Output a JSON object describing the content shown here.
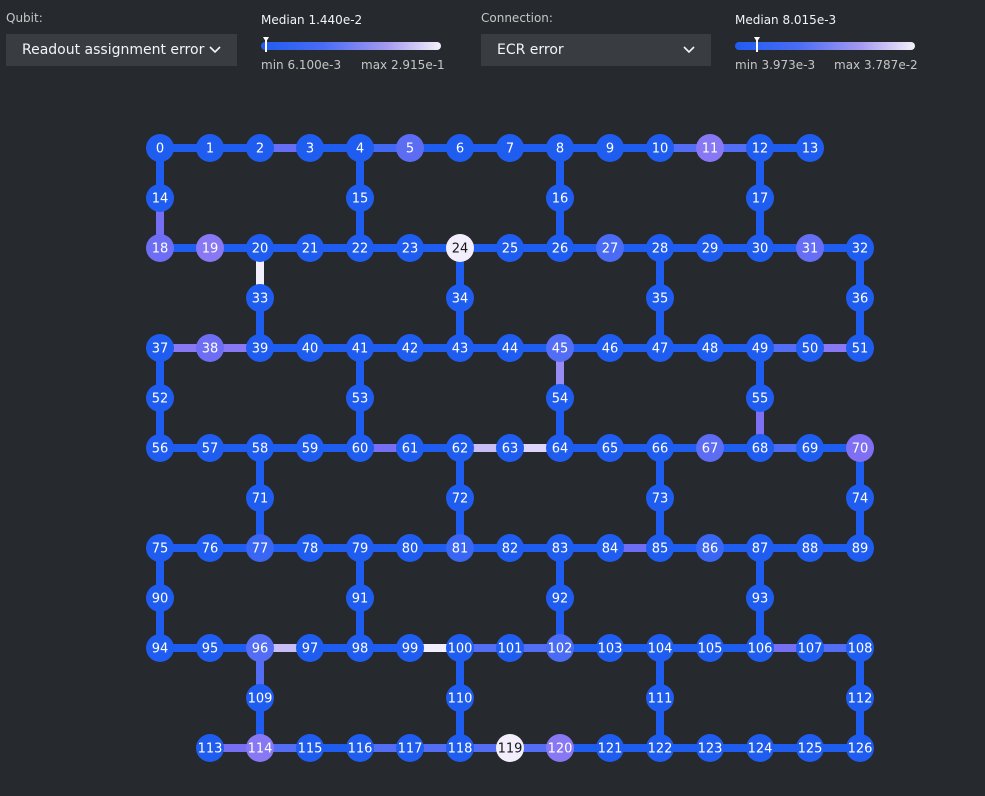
{
  "qubit_control": {
    "label": "Qubit:",
    "selected": "Readout assignment error",
    "median": "Median 1.440e-2",
    "min": "min 6.100e-3",
    "max": "max 2.915e-1",
    "median_fraction": 0.03
  },
  "connection_control": {
    "label": "Connection:",
    "selected": "ECR error",
    "median": "Median 8.015e-3",
    "min": "min 3.973e-3",
    "max": "max 3.787e-2",
    "median_fraction": 0.12
  },
  "colors": {
    "background": "#262a2e",
    "low": "#1f5cf0",
    "mid_blue": "#4a6cf5",
    "mid_purple": "#7f6ff2",
    "light_purple": "#b3a6f5",
    "high": "#f2eefc"
  },
  "qubit_map": {
    "rows": [
      {
        "kind": "main",
        "qubits": [
          0,
          1,
          2,
          3,
          4,
          5,
          6,
          7,
          8,
          9,
          10,
          11,
          12,
          13
        ]
      },
      {
        "kind": "bridge",
        "qubits": [
          14,
          15,
          16,
          17
        ]
      },
      {
        "kind": "main",
        "qubits": [
          18,
          19,
          20,
          21,
          22,
          23,
          24,
          25,
          26,
          27,
          28,
          29,
          30,
          31,
          32
        ]
      },
      {
        "kind": "bridge",
        "qubits": [
          33,
          34,
          35,
          36
        ]
      },
      {
        "kind": "main",
        "qubits": [
          37,
          38,
          39,
          40,
          41,
          42,
          43,
          44,
          45,
          46,
          47,
          48,
          49,
          50,
          51
        ]
      },
      {
        "kind": "bridge",
        "qubits": [
          52,
          53,
          54,
          55
        ]
      },
      {
        "kind": "main",
        "qubits": [
          56,
          57,
          58,
          59,
          60,
          61,
          62,
          63,
          64,
          65,
          66,
          67,
          68,
          69,
          70
        ]
      },
      {
        "kind": "bridge",
        "qubits": [
          71,
          72,
          73,
          74
        ]
      },
      {
        "kind": "main",
        "qubits": [
          75,
          76,
          77,
          78,
          79,
          80,
          81,
          82,
          83,
          84,
          85,
          86,
          87,
          88,
          89
        ]
      },
      {
        "kind": "bridge",
        "qubits": [
          90,
          91,
          92,
          93
        ]
      },
      {
        "kind": "main",
        "qubits": [
          94,
          95,
          96,
          97,
          98,
          99,
          100,
          101,
          102,
          103,
          104,
          105,
          106,
          107,
          108
        ]
      },
      {
        "kind": "bridge",
        "qubits": [
          109,
          110,
          111,
          112
        ]
      },
      {
        "kind": "main",
        "qubits": [
          113,
          114,
          115,
          116,
          117,
          118,
          119,
          120,
          121,
          122,
          123,
          124,
          125,
          126
        ]
      }
    ],
    "row_columns": [
      [
        0,
        1,
        2,
        3,
        4,
        5,
        6,
        7,
        8,
        9,
        10,
        11,
        12,
        13
      ],
      [
        0,
        4,
        8,
        12
      ],
      [
        0,
        1,
        2,
        3,
        4,
        5,
        6,
        7,
        8,
        9,
        10,
        11,
        12,
        13,
        14
      ],
      [
        2,
        6,
        10,
        14
      ],
      [
        0,
        1,
        2,
        3,
        4,
        5,
        6,
        7,
        8,
        9,
        10,
        11,
        12,
        13,
        14
      ],
      [
        0,
        4,
        8,
        12
      ],
      [
        0,
        1,
        2,
        3,
        4,
        5,
        6,
        7,
        8,
        9,
        10,
        11,
        12,
        13,
        14
      ],
      [
        2,
        6,
        10,
        14
      ],
      [
        0,
        1,
        2,
        3,
        4,
        5,
        6,
        7,
        8,
        9,
        10,
        11,
        12,
        13,
        14
      ],
      [
        0,
        4,
        8,
        12
      ],
      [
        0,
        1,
        2,
        3,
        4,
        5,
        6,
        7,
        8,
        9,
        10,
        11,
        12,
        13,
        14
      ],
      [
        2,
        6,
        10,
        14
      ],
      [
        1,
        2,
        3,
        4,
        5,
        6,
        7,
        8,
        9,
        10,
        11,
        12,
        13,
        14
      ]
    ],
    "qubit_levels": {
      "5": 0.35,
      "11": 0.6,
      "18": 0.45,
      "19": 0.6,
      "24": 1.0,
      "27": 0.25,
      "31": 0.4,
      "38": 0.45,
      "45": 0.3,
      "67": 0.35,
      "70": 0.55,
      "77": 0.15,
      "81": 0.15,
      "86": 0.15,
      "96": 0.3,
      "102": 0.25,
      "114": 0.6,
      "119": 1.0,
      "120": 0.6
    },
    "edge_levels": {
      "2-3": 0.4,
      "14-18": 0.5,
      "20-33": 1.0,
      "37-38": 0.6,
      "38-39": 0.6,
      "49-50": 0.3,
      "50-51": 0.6,
      "45-54": 0.7,
      "60-61": 0.5,
      "62-63": 0.9,
      "63-64": 0.95,
      "55-68": 0.55,
      "68-69": 0.25,
      "84-85": 0.45,
      "96-97": 0.9,
      "99-100": 1.0,
      "100-101": 0.3,
      "101-102": 0.3,
      "106-107": 0.5,
      "107-108": 0.3,
      "96-109": 0.3,
      "113-114": 0.5,
      "114-115": 0.3,
      "116-117": 0.3,
      "117-118": 0.3,
      "118-119": 0.3,
      "119-120": 0.3,
      "4-5": 0.2,
      "10-11": 0.3,
      "11-12": 0.3
    }
  }
}
